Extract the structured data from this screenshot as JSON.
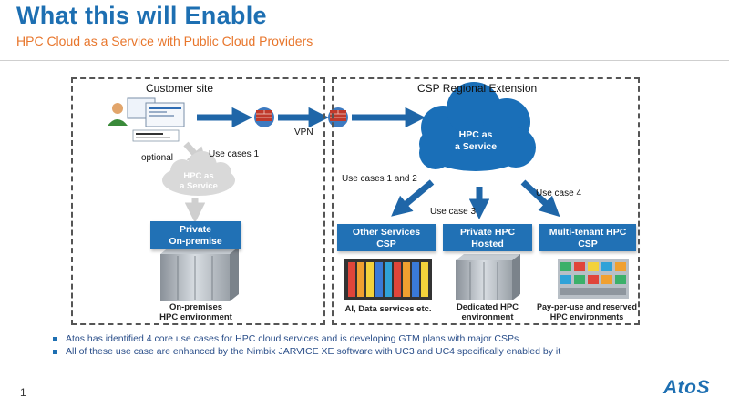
{
  "header": {
    "title": "What this will  Enable",
    "subtitle": "HPC Cloud as a Service with Public Cloud Providers"
  },
  "customer_site": {
    "title": "Customer site",
    "optional_label": "optional",
    "use_cases_label": "Use cases 1",
    "cloud_label_line1": "HPC as",
    "cloud_label_line2": "a Service",
    "private_box_line1": "Private",
    "private_box_line2": "On-premise",
    "caption_line1": "On-premises",
    "caption_line2": "HPC environment"
  },
  "vpn_label": "VPN",
  "csp_region": {
    "title": "CSP Regional Extension",
    "cloud_label_line1": "HPC as",
    "cloud_label_line2": "a Service",
    "use_cases_12": "Use cases 1 and 2",
    "use_case_3": "Use case 3",
    "use_case_4": "Use case 4",
    "boxes": [
      {
        "line1": "Other Services",
        "line2": "CSP",
        "caption_line1": "AI, Data services etc.",
        "caption_line2": ""
      },
      {
        "line1": "Private HPC",
        "line2": "Hosted",
        "caption_line1": "Dedicated HPC",
        "caption_line2": "environment"
      },
      {
        "line1": "Multi-tenant  HPC",
        "line2": "CSP",
        "caption_line1": "Pay-per-use and reserved",
        "caption_line2": "HPC environments"
      }
    ]
  },
  "bullets": [
    "Atos has identified 4 core use cases for HPC cloud services and is developing GTM plans with major CSPs",
    "All of these use case are enhanced by the Nimbix JARVICE XE software with UC3 and UC4 specifically enabled by it"
  ],
  "footer": {
    "page_number": "1",
    "logo_text": "AtoS"
  },
  "colors": {
    "title_blue": "#1d6fb2",
    "subtitle_orange": "#e8762c",
    "box_blue": "#2171b5",
    "arrow_blue": "#1f66a8",
    "cloud_blue": "#1a6fb8",
    "faded_cloud": "#d9d9d9"
  }
}
